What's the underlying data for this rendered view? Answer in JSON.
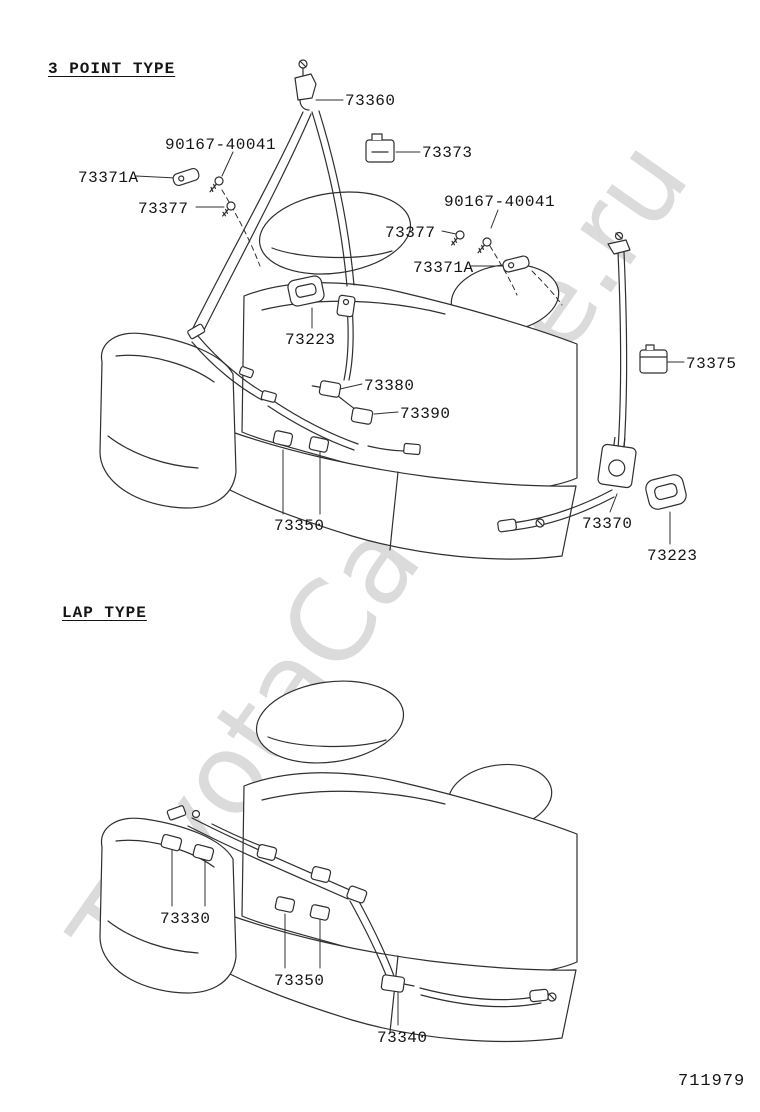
{
  "page": {
    "section_3point_title": "3 POINT TYPE",
    "section_lap_title": "LAP TYPE",
    "page_number": "711979",
    "watermark": "ToyotaCarMine.ru"
  },
  "parts_3point": {
    "p73360": "73360",
    "p90167_left": "90167-40041",
    "p73371a_left": "73371A",
    "p73377_left": "73377",
    "p73373": "73373",
    "p90167_right": "90167-40041",
    "p73377_right": "73377",
    "p73371a_right": "73371A",
    "p73223_center": "73223",
    "p73380": "73380",
    "p73390": "73390",
    "p73375": "73375",
    "p73350": "73350",
    "p73370": "73370",
    "p73223_right": "73223"
  },
  "parts_lap": {
    "p73330": "73330",
    "p73350": "73350",
    "p73340": "73340"
  }
}
